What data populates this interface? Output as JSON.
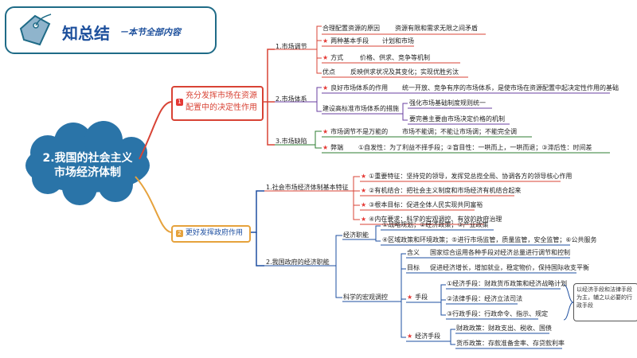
{
  "header": {
    "title": "知总结",
    "subtitle": "－本节全部内容"
  },
  "central": {
    "title": "2.我国的社会主义市场经济体制"
  },
  "branch1": {
    "label": "充分发挥市场在资源配置中的决定性作用",
    "sub1": {
      "label": "1.市场调节",
      "items": [
        {
          "key": "合理配置资源的原因",
          "value": "资源有限和需求无限之间矛盾",
          "starred": false
        },
        {
          "key": "两种基本手段",
          "value": "计划和市场",
          "starred": true
        },
        {
          "key": "方式",
          "value": "价格、供求、竞争等机制",
          "starred": true
        },
        {
          "key": "优点",
          "value": "反映供求状况及其变化；实现优胜劣汰",
          "starred": false
        }
      ]
    },
    "sub2": {
      "label": "2.市场体系",
      "item1_key": "良好市场体系的作用",
      "item1_value": "统一开放、竞争有序的市场体系，是使市场在资源配置中起决定性作用的基础",
      "item2_key": "建设高标准市场体系的措施",
      "measures": [
        "强化市场基础制度规则统一",
        "要完善主要由市场决定价格的机制"
      ]
    },
    "sub3": {
      "label": "3.市场缺陷",
      "item1_key": "市场调节不是万能的",
      "item1_value": "市场不能调；不能让市场调；不能完全调",
      "item2_key": "弊端",
      "item2_value": "①自发性：为了利益不择手段；②盲目性：一哄而上，一哄而退；③滞后性：时间差"
    }
  },
  "branch2": {
    "label": "更好发挥政府作用",
    "sub1": {
      "label": "1.社会市场经济体制基本特征",
      "items": [
        "①重要特征：坚持党的领导，发挥党总揽全局、协调各方的领导核心作用",
        "②有机结合：把社会主义制度和市场经济有机结合起来",
        "③根本目标：促进全体人民实现共同富裕",
        "④内在要求：科学的宏观调控、有效的政府治理"
      ]
    },
    "sub2": {
      "label": "2.我国政府的经济职能",
      "functions_label": "经济职能",
      "functions": [
        "①战略规划；②经济政策；③产业政策",
        "④区域政策和环境政策；⑤进行市场监管，质量监管，安全监管；⑥公共服务"
      ],
      "macro_label": "科学的宏观调控",
      "meaning_key": "含义",
      "meaning_value": "国家综合运用各种手段对经济总量进行调节和控制",
      "goal_key": "目标",
      "goal_value": "促进经济增长，增加就业，稳定物价，保持国际收支平衡",
      "means_label": "手段",
      "means": [
        "①经济手段：财政货币政策和经济战略计划",
        "②法律手段：经济立法司法",
        "③行政手段：行政命令、指示、规定"
      ],
      "means_note": "以经济手段和法律手段为主，辅之以必要的行政手段",
      "econ_label": "经济手段",
      "econ": [
        "财政政策：财政支出、税收、国债",
        "货币政策：存款准备金率、存贷款利率"
      ]
    }
  },
  "colors": {
    "red": "#d84335",
    "orange": "#e6a23c",
    "green": "#2e7d32",
    "blue": "#1e4fa0",
    "cloud": "#2a74a8"
  }
}
